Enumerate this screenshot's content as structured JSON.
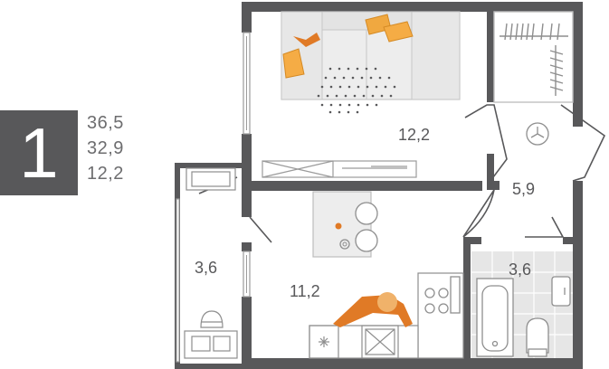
{
  "summary": {
    "rooms": "1",
    "total_area": "36,5",
    "living_area": "32,9",
    "largest_room_area": "12,2"
  },
  "rooms": [
    {
      "name": "bedroom",
      "area": "12,2"
    },
    {
      "name": "hallway",
      "area": "5,9"
    },
    {
      "name": "balcony",
      "area": "3,6"
    },
    {
      "name": "kitchen-living",
      "area": "11,2"
    },
    {
      "name": "bathroom",
      "area": "3,6"
    }
  ],
  "colors": {
    "wall": "#58585a",
    "accent": "#e07a26",
    "accent_light": "#f5ac45",
    "furniture_fill": "#ededed",
    "furniture_stroke": "#bdbdbd",
    "tile": "#e6e6e6",
    "text": "#6d6d6f"
  }
}
